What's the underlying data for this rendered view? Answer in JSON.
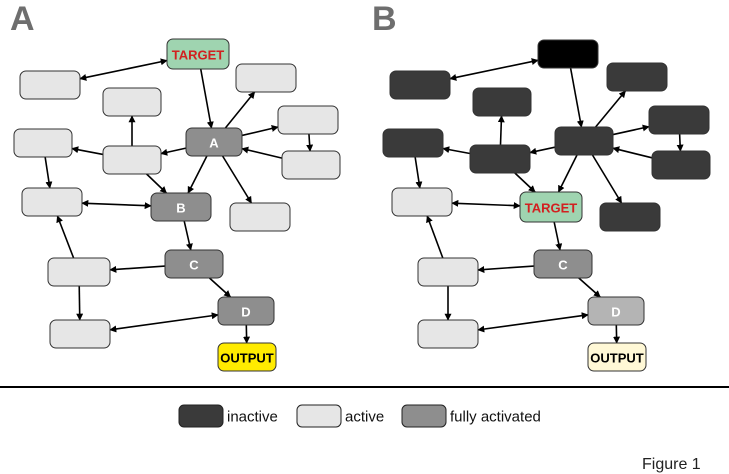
{
  "panels": [
    {
      "letter": "A",
      "nodes": [
        {
          "id": "target",
          "label": "TARGET",
          "state": "target"
        },
        {
          "id": "A",
          "label": "A",
          "state": "fully"
        },
        {
          "id": "B",
          "label": "B",
          "state": "fully"
        },
        {
          "id": "C",
          "label": "C",
          "state": "fully"
        },
        {
          "id": "D",
          "label": "D",
          "state": "fully"
        },
        {
          "id": "output",
          "label": "OUTPUT",
          "state": "output"
        },
        {
          "id": "n1",
          "label": "",
          "state": "active"
        },
        {
          "id": "n2",
          "label": "",
          "state": "active"
        },
        {
          "id": "n3",
          "label": "",
          "state": "active"
        },
        {
          "id": "n4",
          "label": "",
          "state": "active"
        },
        {
          "id": "n5",
          "label": "",
          "state": "active"
        },
        {
          "id": "n6",
          "label": "",
          "state": "active"
        },
        {
          "id": "n7",
          "label": "",
          "state": "active"
        },
        {
          "id": "n8",
          "label": "",
          "state": "active"
        },
        {
          "id": "n9",
          "label": "",
          "state": "active"
        },
        {
          "id": "n10",
          "label": "",
          "state": "active"
        },
        {
          "id": "n11",
          "label": "",
          "state": "active"
        }
      ]
    },
    {
      "letter": "B",
      "nodes": [
        {
          "id": "top",
          "label": "",
          "state": "black"
        },
        {
          "id": "hub",
          "label": "",
          "state": "inactive"
        },
        {
          "id": "target",
          "label": "TARGET",
          "state": "target"
        },
        {
          "id": "C",
          "label": "C",
          "state": "fully"
        },
        {
          "id": "D",
          "label": "D",
          "state": "fully-light"
        },
        {
          "id": "output",
          "label": "OUTPUT",
          "state": "output-light"
        },
        {
          "id": "n1",
          "label": "",
          "state": "inactive"
        },
        {
          "id": "n2",
          "label": "",
          "state": "inactive"
        },
        {
          "id": "n3",
          "label": "",
          "state": "inactive"
        },
        {
          "id": "n4",
          "label": "",
          "state": "inactive"
        },
        {
          "id": "n5",
          "label": "",
          "state": "inactive"
        },
        {
          "id": "n6",
          "label": "",
          "state": "inactive"
        },
        {
          "id": "n7",
          "label": "",
          "state": "inactive"
        },
        {
          "id": "n8",
          "label": "",
          "state": "inactive"
        },
        {
          "id": "n9",
          "label": "",
          "state": "active"
        },
        {
          "id": "n10",
          "label": "",
          "state": "active"
        },
        {
          "id": "n11",
          "label": "",
          "state": "active"
        },
        {
          "id": "n12",
          "label": "",
          "state": "active"
        }
      ]
    }
  ],
  "legend": [
    {
      "state": "inactive",
      "label": "inactive"
    },
    {
      "state": "active",
      "label": "active"
    },
    {
      "state": "fully",
      "label": "fully activated"
    }
  ],
  "caption": "Figure 1",
  "colors": {
    "inactive": "#3a3a3a",
    "black": "#000000",
    "active": "#e6e6e6",
    "fully": "#8e8e8e",
    "fully-light": "#b4b4b4",
    "target": "#9fd4b0",
    "output": "#ffeb00",
    "output-light": "#fff8d6",
    "target_text": "#d22020",
    "node_text_light": "#ffffff",
    "node_text_dark": "#000000",
    "panel_letter": "#6e6e6e"
  }
}
